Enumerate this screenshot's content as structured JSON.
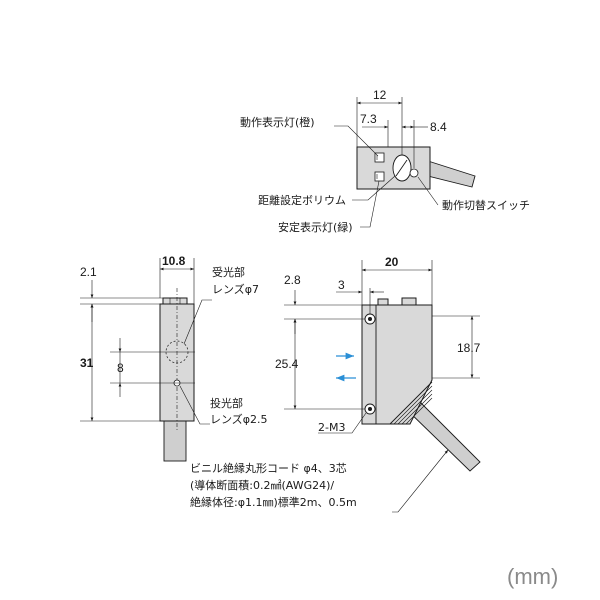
{
  "top_view": {
    "dim_12": "12",
    "dim_7_3": "7.3",
    "dim_8_4": "8.4",
    "label_operation_indicator": "動作表示灯(橙)",
    "label_distance_volume": "距離設定ボリウム",
    "label_stability_indicator": "安定表示灯(緑)",
    "label_mode_switch": "動作切替スイッチ"
  },
  "front_view": {
    "dim_10_8": "10.8",
    "dim_2_1": "2.1",
    "dim_31": "31",
    "dim_8": "8",
    "label_receiver_lens_1": "受光部",
    "label_receiver_lens_2": "レンズφ7",
    "label_emitter_lens_1": "投光部",
    "label_emitter_lens_2": "レンズφ2.5"
  },
  "side_view": {
    "dim_20": "20",
    "dim_2_8": "2.8",
    "dim_3": "3",
    "dim_25_4": "25.4",
    "dim_18_7": "18.7",
    "label_2_m3": "2-M3",
    "arrow_color": "#2a8fd6"
  },
  "cable_note": {
    "line1": "ビニル絶縁丸形コード φ4、3芯",
    "line2": "(導体断面積:0.2㎟(AWG24)/",
    "line3": "絶縁体径:φ1.1㎜)標準2m、0.5m"
  },
  "unit_label": "(mm)"
}
